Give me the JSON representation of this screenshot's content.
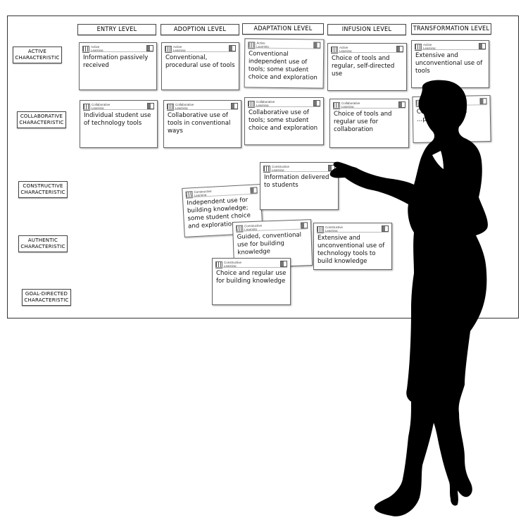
{
  "columns": [
    {
      "label": "ENTRY LEVEL"
    },
    {
      "label": "ADOPTION LEVEL"
    },
    {
      "label": "ADAPTATION LEVEL"
    },
    {
      "label": "INFUSION LEVEL"
    },
    {
      "label": "TRANSFORMATION LEVEL"
    }
  ],
  "rows": [
    {
      "label": "ACTIVE\nCHARACTERISTIC"
    },
    {
      "label": "COLLABORATIVE\nCHARACTERISTIC"
    },
    {
      "label": "CONSTRUCTIVE\nCHARACTERISTIC"
    },
    {
      "label": "AUTHENTIC\nCHARACTERISTIC"
    },
    {
      "label": "GOAL-DIRECTED\nCHARACTERISTIC"
    }
  ],
  "cards": [
    {
      "tag": "Active\nLearning",
      "text": "Information passively received"
    },
    {
      "tag": "Active\nLearning",
      "text": "Conventional, procedural use of tools"
    },
    {
      "tag": "Active\nLearning",
      "text": "Conventional independent use of tools; some student choice and exploration"
    },
    {
      "tag": "Active\nLearning",
      "text": "Choice of tools and regular, self-directed use"
    },
    {
      "tag": "Active\nLearning",
      "text": "Extensive and unconventional use of tools"
    },
    {
      "tag": "Collaborative\nLearning",
      "text": "Individual student use of technology tools"
    },
    {
      "tag": "Collaborative\nLearning",
      "text": "Collaborative use of tools in conventional ways"
    },
    {
      "tag": "Collaborative\nLearning",
      "text": "Collaborative use of tools; some student choice and exploration"
    },
    {
      "tag": "Collaborative\nLearning",
      "text": "Choice of tools and regular use for collaboration"
    },
    {
      "tag": "Collaborative\nLearning",
      "text": "Co... ...rs in wa... ...possible wi..."
    },
    {
      "tag": "Constructive\nLearning",
      "text": "Information delivered to students"
    },
    {
      "tag": "Constructive\nLearning",
      "text": "Independent use for building knowledge; some student choice and exploration"
    },
    {
      "tag": "Constructive\nLearning",
      "text": "Guided, conventional use for building knowledge"
    },
    {
      "tag": "Constructive\nLearning",
      "text": "Extensive and unconventional use of technology tools to build knowledge"
    },
    {
      "tag": "Constructive\nLearning",
      "text": "Choice and regular use for building knowledge"
    }
  ]
}
